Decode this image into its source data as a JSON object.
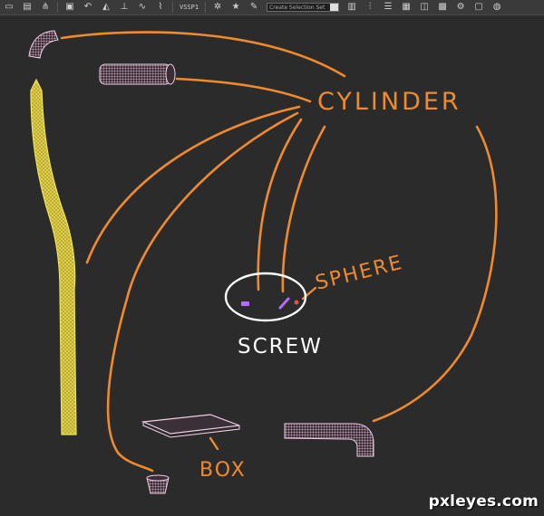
{
  "toolbar": {
    "icons": [
      "layers-icon",
      "panel-icon",
      "hierarchy-icon",
      "save-icon",
      "undo-icon",
      "mirror-icon",
      "align-icon",
      "curve-icon",
      "path-icon",
      "render-icon",
      "material-icon",
      "star-icon",
      "text-icon",
      "viewport-icon",
      "filter-icon",
      "list-icon",
      "image-icon",
      "camera-icon",
      "gear-icon",
      "render-frame-icon",
      "teapot-icon"
    ],
    "viewport_label": "VSSP1",
    "selection_set_placeholder": "Create Selection Set"
  },
  "annotations": {
    "cylinder": "CYLINDER",
    "sphere": "SPHERE",
    "screw": "SCREW",
    "box": "BOX"
  },
  "watermark": "pxleyes.com",
  "colors": {
    "background": "#2b2b2b",
    "annotation_orange": "#f08a2c",
    "annotation_white": "#ffffff",
    "wire_pink": "#f0c8e0",
    "wire_yellow": "#e0d24a",
    "screw_purple": "#b56cff"
  }
}
